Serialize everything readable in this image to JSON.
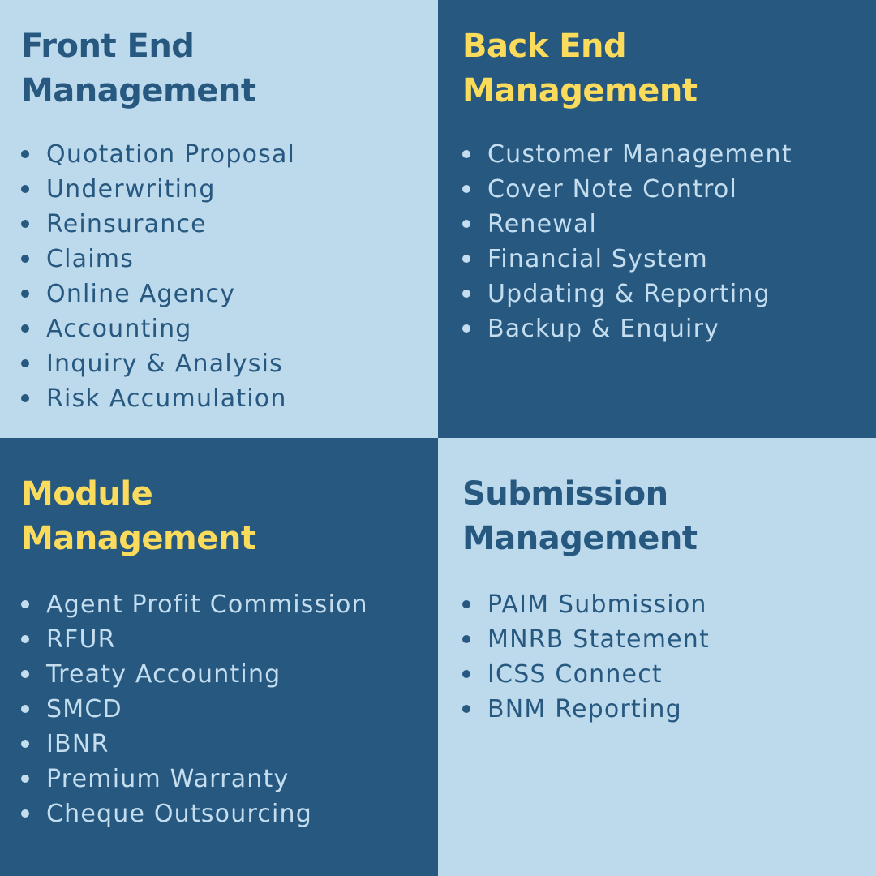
{
  "colors": {
    "light_bg": "#BDD9EC",
    "dark_bg": "#275980",
    "accent_yellow": "#FBDB5C",
    "dark_text": "#275980",
    "light_text": "#C4DDEF"
  },
  "quadrants": [
    {
      "title_line1": "Front End",
      "title_line2": "Management",
      "items": [
        "Quotation Proposal",
        "Underwriting",
        "Reinsurance",
        "Claims",
        "Online Agency",
        "Accounting",
        "Inquiry & Analysis",
        "Risk Accumulation"
      ]
    },
    {
      "title_line1": "Back End",
      "title_line2": "Management",
      "items": [
        "Customer Management",
        "Cover Note Control",
        "Renewal",
        "Financial System",
        "Updating & Reporting",
        "Backup & Enquiry"
      ]
    },
    {
      "title_line1": "Module",
      "title_line2": "Management",
      "items": [
        "Agent Profit Commission",
        "RFUR",
        "Treaty Accounting",
        "SMCD",
        "IBNR",
        "Premium Warranty",
        "Cheque Outsourcing"
      ]
    },
    {
      "title_line1": "Submission",
      "title_line2": "Management",
      "items": [
        "PAIM Submission",
        "MNRB Statement",
        "ICSS Connect",
        "BNM Reporting"
      ]
    }
  ]
}
